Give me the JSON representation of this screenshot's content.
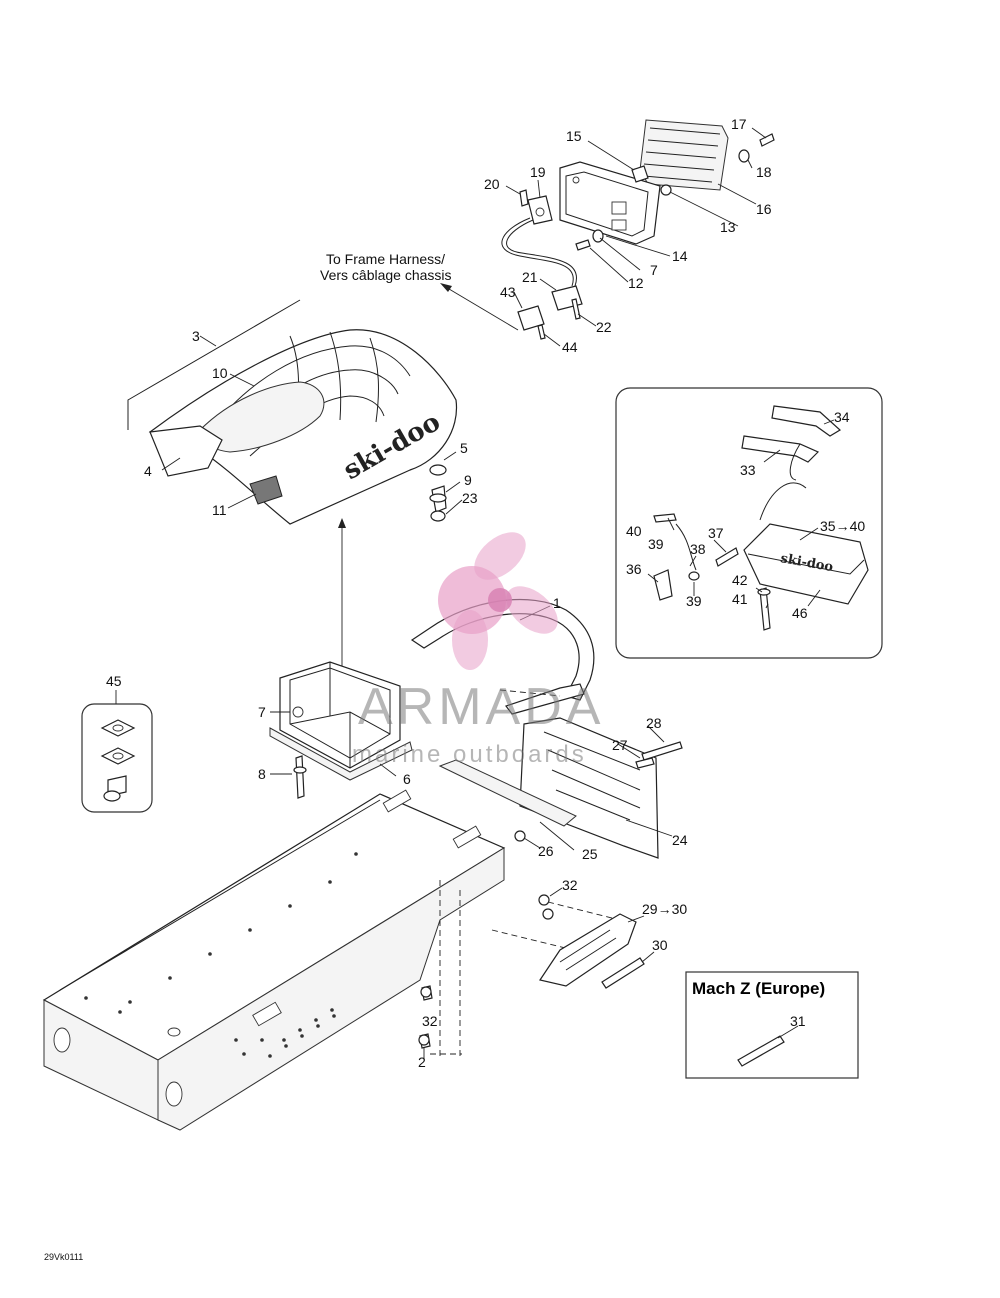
{
  "diagram": {
    "harness_note_en": "To Frame Harness/",
    "harness_note_fr": "Vers câblage chassis",
    "inset_title": "Mach Z (Europe)",
    "figure_code": "29Vk0111",
    "brand_logo": "ski-doo",
    "watermark": {
      "name": "ARMADA",
      "tagline": "marine outboards",
      "color": "#e8a0c8"
    },
    "callouts": {
      "c1": "1",
      "c2": "2",
      "c3": "3",
      "c4": "4",
      "c5": "5",
      "c6": "6",
      "c7a": "7",
      "c7b": "7",
      "c8": "8",
      "c9": "9",
      "c10": "10",
      "c11": "11",
      "c12": "12",
      "c13": "13",
      "c14": "14",
      "c15": "15",
      "c16": "16",
      "c17": "17",
      "c18": "18",
      "c19": "19",
      "c20": "20",
      "c21": "21",
      "c22": "22",
      "c23": "23",
      "c24": "24",
      "c25": "25",
      "c26": "26",
      "c27": "27",
      "c28": "28",
      "c29": "29→30",
      "c30": "30",
      "c31": "31",
      "c32a": "32",
      "c32b": "32",
      "c33": "33",
      "c34": "34",
      "c35": "35→40",
      "c36": "36",
      "c37": "37",
      "c38": "38",
      "c39a": "39",
      "c39b": "39",
      "c40": "40",
      "c41": "41",
      "c42": "42",
      "c43": "43",
      "c44": "44",
      "c45": "45",
      "c46": "46"
    }
  }
}
